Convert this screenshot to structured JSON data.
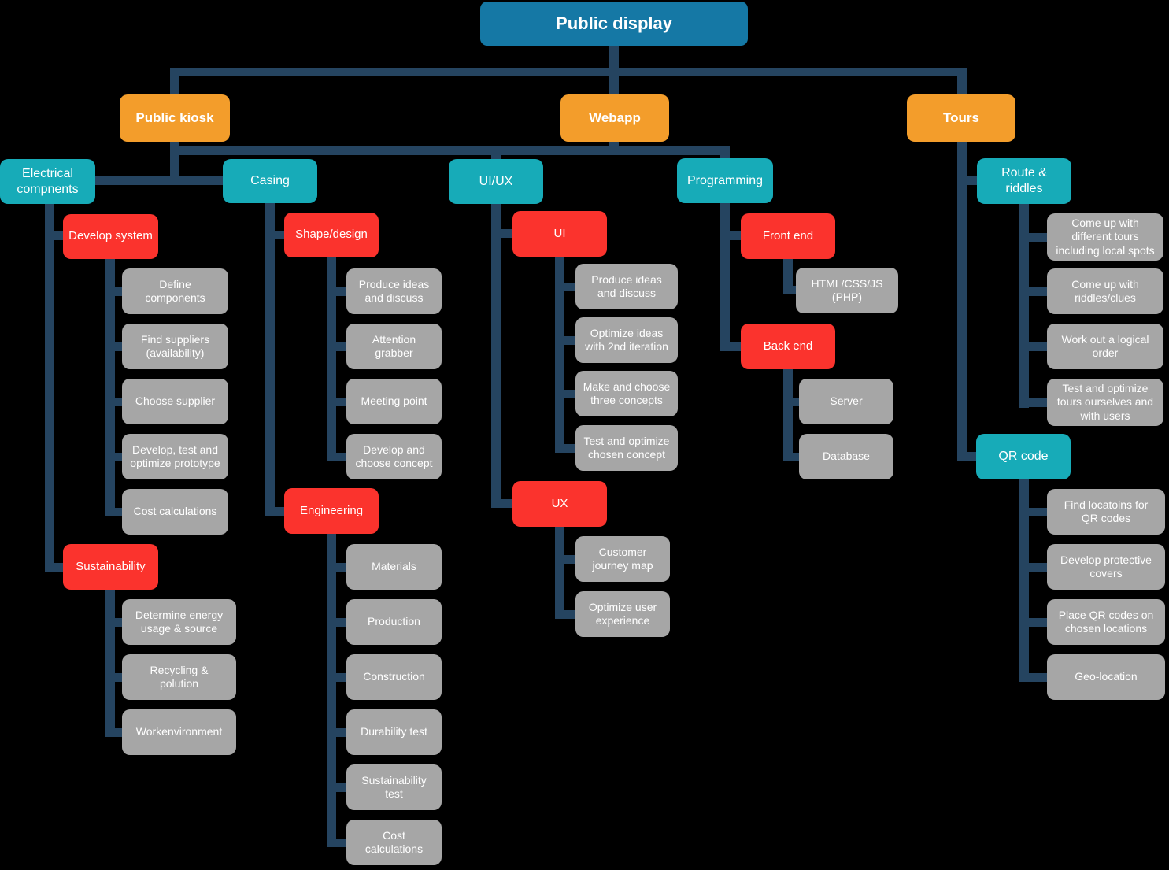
{
  "colors": {
    "background": "#000000",
    "root_blue": "#1578a5",
    "branch_orange": "#f39d2b",
    "category_teal": "#17abb8",
    "task_red": "#fb332d",
    "subtask_gray": "#a6a6a6",
    "connector_navy": "#254460",
    "text": "#ffffff"
  },
  "tree": {
    "root": {
      "label": "Public display"
    },
    "kiosk": {
      "label": "Public kiosk",
      "electrical": {
        "label": "Electrical\ncompnents",
        "develop_system": {
          "label": "Develop system",
          "items": [
            "Define\ncomponents",
            "Find suppliers\n(availability)",
            "Choose supplier",
            "Develop, test and\noptimize prototype",
            "Cost calculations"
          ]
        },
        "sustainability": {
          "label": "Sustainability",
          "items": [
            "Determine energy\nusage & source",
            "Recycling &\npolution",
            "Workenvironment"
          ]
        }
      },
      "casing": {
        "label": "Casing",
        "shape_design": {
          "label": "Shape/design",
          "items": [
            "Produce ideas\nand discuss",
            "Attention\ngrabber",
            "Meeting point",
            "Develop and\nchoose concept"
          ]
        },
        "engineering": {
          "label": "Engineering",
          "items": [
            "Materials",
            "Production",
            "Construction",
            "Durability test",
            "Sustainability\ntest",
            "Cost\ncalculations"
          ]
        }
      }
    },
    "webapp": {
      "label": "Webapp",
      "uiux": {
        "label": "UI/UX",
        "ui": {
          "label": "UI",
          "items": [
            "Produce ideas\nand discuss",
            "Optimize ideas\nwith 2nd iteration",
            "Make and choose\nthree concepts",
            "Test and optimize\nchosen concept"
          ]
        },
        "ux": {
          "label": "UX",
          "items": [
            "Customer\njourney map",
            "Optimize user\nexperience"
          ]
        }
      },
      "programming": {
        "label": "Programming",
        "front_end": {
          "label": "Front end",
          "items": [
            "HTML/CSS/JS\n(PHP)"
          ]
        },
        "back_end": {
          "label": "Back end",
          "items": [
            "Server",
            "Database"
          ]
        }
      }
    },
    "tours": {
      "label": "Tours",
      "route_riddles": {
        "label": "Route &\nriddles",
        "items": [
          "Come up with\ndifferent tours\nincluding local spots",
          "Come up with\nriddles/clues",
          "Work out a logical\norder",
          "Test and optimize\ntours ourselves and\nwith users"
        ]
      },
      "qr_code": {
        "label": "QR code",
        "items": [
          "Find locatoins for\nQR codes",
          "Develop protective\ncovers",
          "Place QR codes on\nchosen locations",
          "Geo-location"
        ]
      }
    }
  }
}
